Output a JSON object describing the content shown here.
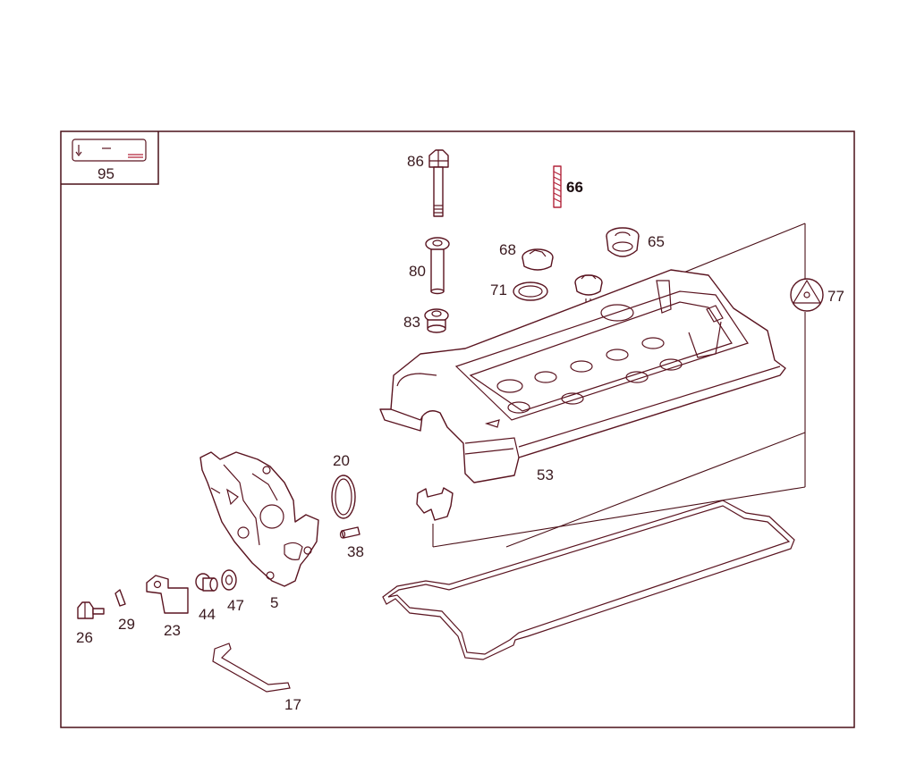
{
  "colors": {
    "line": "#5a1420",
    "accent": "#b2243a",
    "background": "#ffffff"
  },
  "legend_box": {
    "label": "95",
    "icon": "torque-spec-icon"
  },
  "parts": {
    "p86": "86",
    "p66": "66",
    "p80": "80",
    "p68": "68",
    "p65": "65",
    "p71": "71",
    "p83": "83",
    "p77": "77",
    "p53": "53",
    "p20": "20",
    "p38": "38",
    "p5": "5",
    "p44": "44",
    "p47": "47",
    "p26": "26",
    "p29": "29",
    "p23": "23",
    "p17": "17"
  }
}
